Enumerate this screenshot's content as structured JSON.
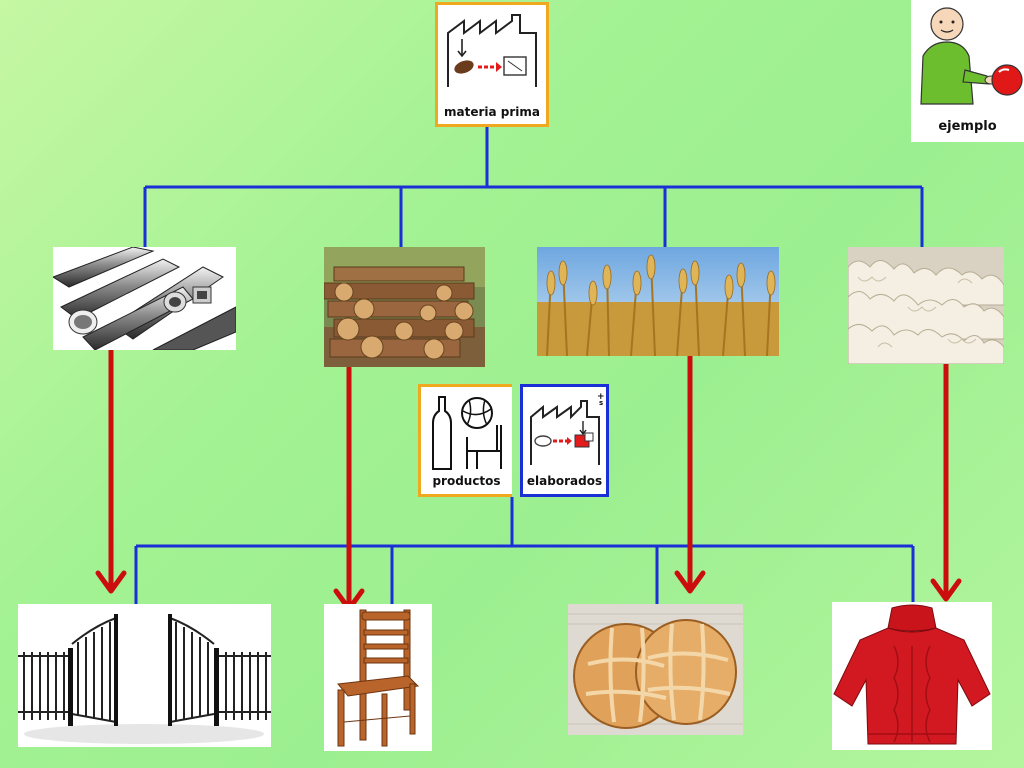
{
  "top": {
    "label": "materia prima"
  },
  "example": {
    "label": "ejemplo"
  },
  "center": {
    "left_label": "productos",
    "right_label": "elaborados"
  },
  "raw_materials": [
    "metal-bars-photo",
    "wood-logs-photo",
    "wheat-field-photo",
    "wool-fleece-photo"
  ],
  "products": [
    "iron-gate-photo",
    "wooden-chair-photo",
    "bread-loaves-photo",
    "red-sweater-photo"
  ],
  "colors": {
    "connector": "#1a2fd6",
    "arrow": "#cc0d0d",
    "frame_orange": "#f0a91e",
    "frame_blue": "#1a2fd6"
  }
}
